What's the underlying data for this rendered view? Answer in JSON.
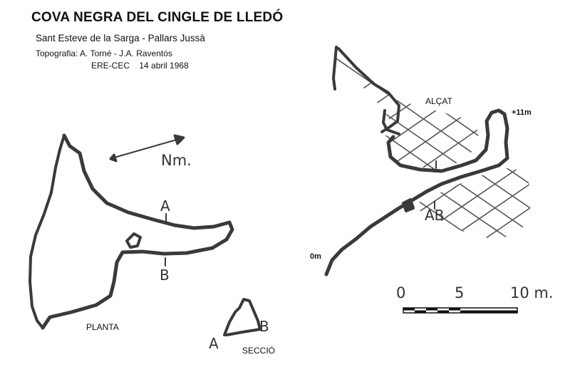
{
  "header": {
    "title": "COVA NEGRA DEL CINGLE DE LLEDÓ",
    "location": "Sant Esteve de la Sarga - Pallars Jussà",
    "credits": "Topografia: A. Torné - J.A. Raventós",
    "group_date": "ERE-CEC    14 abril 1968"
  },
  "plan": {
    "label": "PLANTA",
    "north_label": "Nm.",
    "section_a": "A",
    "section_b": "B"
  },
  "section": {
    "label": "SECCIÓ",
    "point_a": "A",
    "point_b": "B"
  },
  "elevation": {
    "label": "ALÇAT",
    "top_height": "+11m",
    "base_height": "0m",
    "section_mark": "AB"
  },
  "scale": {
    "tick0": "0",
    "tick5": "5",
    "tick10": "10 m."
  },
  "colors": {
    "ink": "#3a3a3a",
    "text": "#111111"
  }
}
